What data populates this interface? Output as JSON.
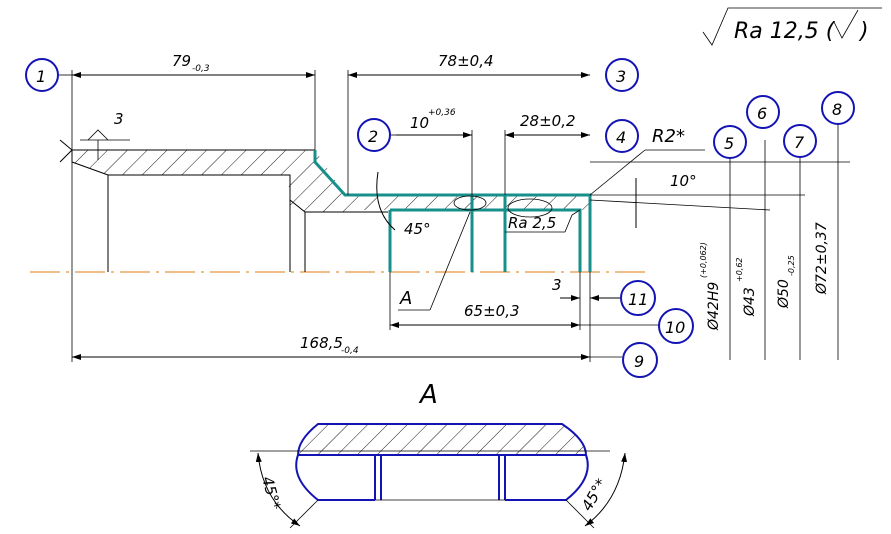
{
  "surface_finish": {
    "prefix": "Ra 12,5 (",
    "suffix": ")"
  },
  "dimensions": {
    "length_79": {
      "main": "79",
      "tol": "-0,3"
    },
    "length_78": "78±0,4",
    "bore_depth_10": {
      "main": "10",
      "tol": "+0,36"
    },
    "length_28": "28±0,2",
    "radius": "R2*",
    "angle_10": "10°",
    "angle_45": "45°",
    "roughness_inner": "Ra 2,5",
    "length_65": "65±0,3",
    "length_3": "3",
    "length_total": {
      "main": "168,5",
      "tol": "-0,4"
    },
    "dia_42": {
      "main": "Ø42H9",
      "tol": "(+0,062)"
    },
    "dia_43": {
      "main": "Ø43",
      "tol": "+0,62"
    },
    "dia_50": {
      "main": "Ø50",
      "tol": "-0,25"
    },
    "dia_72": "Ø72±0,37",
    "weld_leg": "3",
    "view_ref": "A",
    "detail_title": "A",
    "detail_angle_left": "45°*",
    "detail_angle_right": "45°*"
  },
  "callouts": [
    "1",
    "2",
    "3",
    "4",
    "5",
    "6",
    "7",
    "8",
    "9",
    "10",
    "11"
  ],
  "colors": {
    "outline": "#000000",
    "contour": "#178f8a",
    "callout": "#1414b4",
    "axis": "#e07810"
  }
}
